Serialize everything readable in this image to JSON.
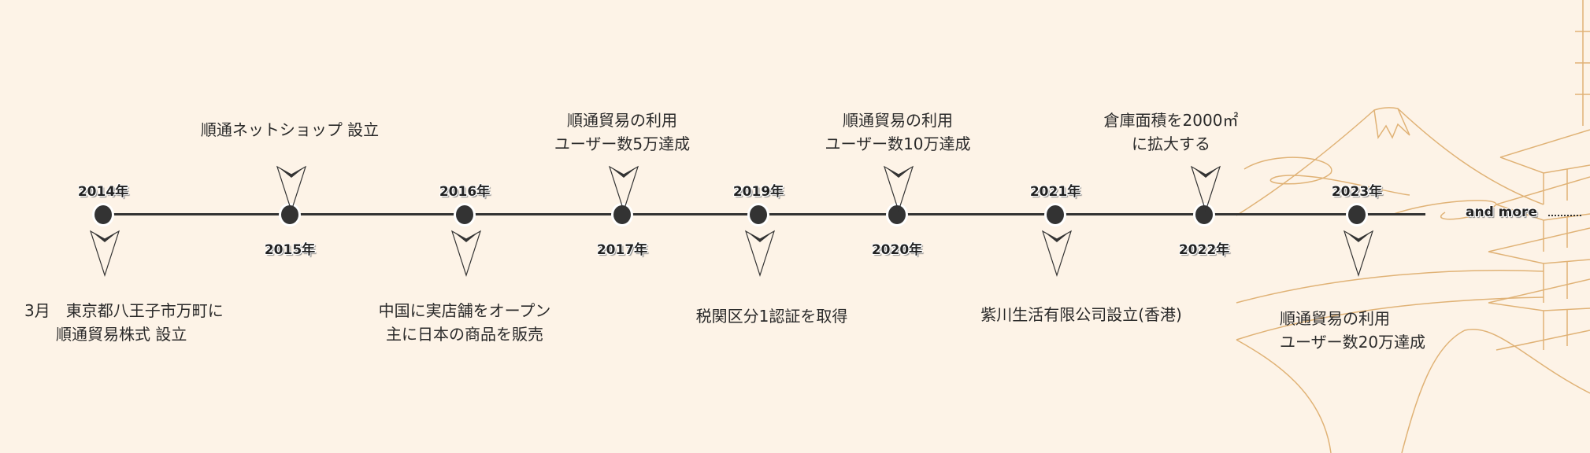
{
  "colors": {
    "background": "#fdf3e7",
    "line": "#333333",
    "decoration": "#d9a35a"
  },
  "events": [
    {
      "year": "2014年",
      "year_side": "above",
      "text_side": "below",
      "lines": [
        "3月　東京都八王子市万町に",
        "　　順通貿易株式 設立"
      ]
    },
    {
      "year": "2015年",
      "year_side": "below",
      "text_side": "above",
      "lines": [
        "順通ネットショップ 設立"
      ]
    },
    {
      "year": "2016年",
      "year_side": "above",
      "text_side": "below",
      "lines": [
        "中国に実店舗をオープン",
        "主に日本の商品を販売"
      ]
    },
    {
      "year": "2017年",
      "year_side": "below",
      "text_side": "above",
      "lines": [
        "順通貿易の利用",
        "ユーザー数5万達成"
      ]
    },
    {
      "year": "2019年",
      "year_side": "above",
      "text_side": "below",
      "lines": [
        "税関区分1認証を取得"
      ]
    },
    {
      "year": "2020年",
      "year_side": "below",
      "text_side": "above",
      "lines": [
        "順通貿易の利用",
        "ユーザー数10万達成"
      ]
    },
    {
      "year": "2021年",
      "year_side": "above",
      "text_side": "below",
      "lines": [
        "紫川生活有限公司設立(香港)"
      ]
    },
    {
      "year": "2022年",
      "year_side": "below",
      "text_side": "above",
      "lines": [
        "倉庫面積を2000㎡",
        "に拡大する"
      ]
    },
    {
      "year": "2023年",
      "year_side": "above",
      "text_side": "below",
      "lines": [
        "順通貿易の利用",
        "ユーザー数20万達成"
      ]
    }
  ],
  "and_more": "and more"
}
